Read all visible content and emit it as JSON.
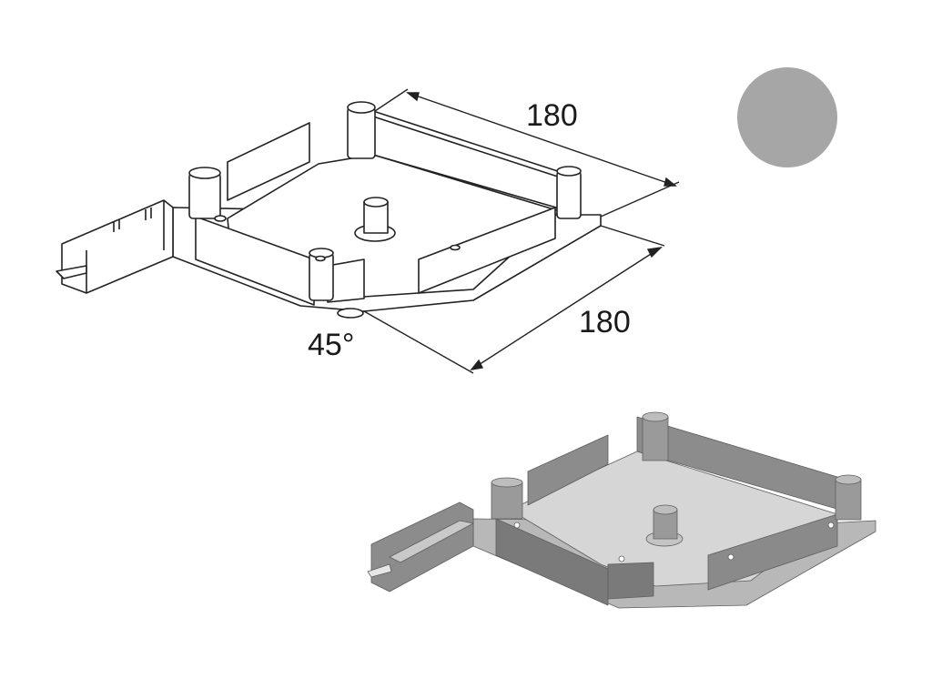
{
  "dimensions": {
    "top_length": "180",
    "side_length": "180",
    "angle": "45°"
  },
  "color_swatch": {
    "color": "#a6a6a6"
  },
  "line_drawing": {
    "stroke": "#222222",
    "fill": "#ffffff"
  },
  "render": {
    "wall": "#8c8c8c",
    "wall_dark": "#6e6e6e",
    "floor": "#d6d6d6",
    "rim": "#b8b8b8"
  }
}
